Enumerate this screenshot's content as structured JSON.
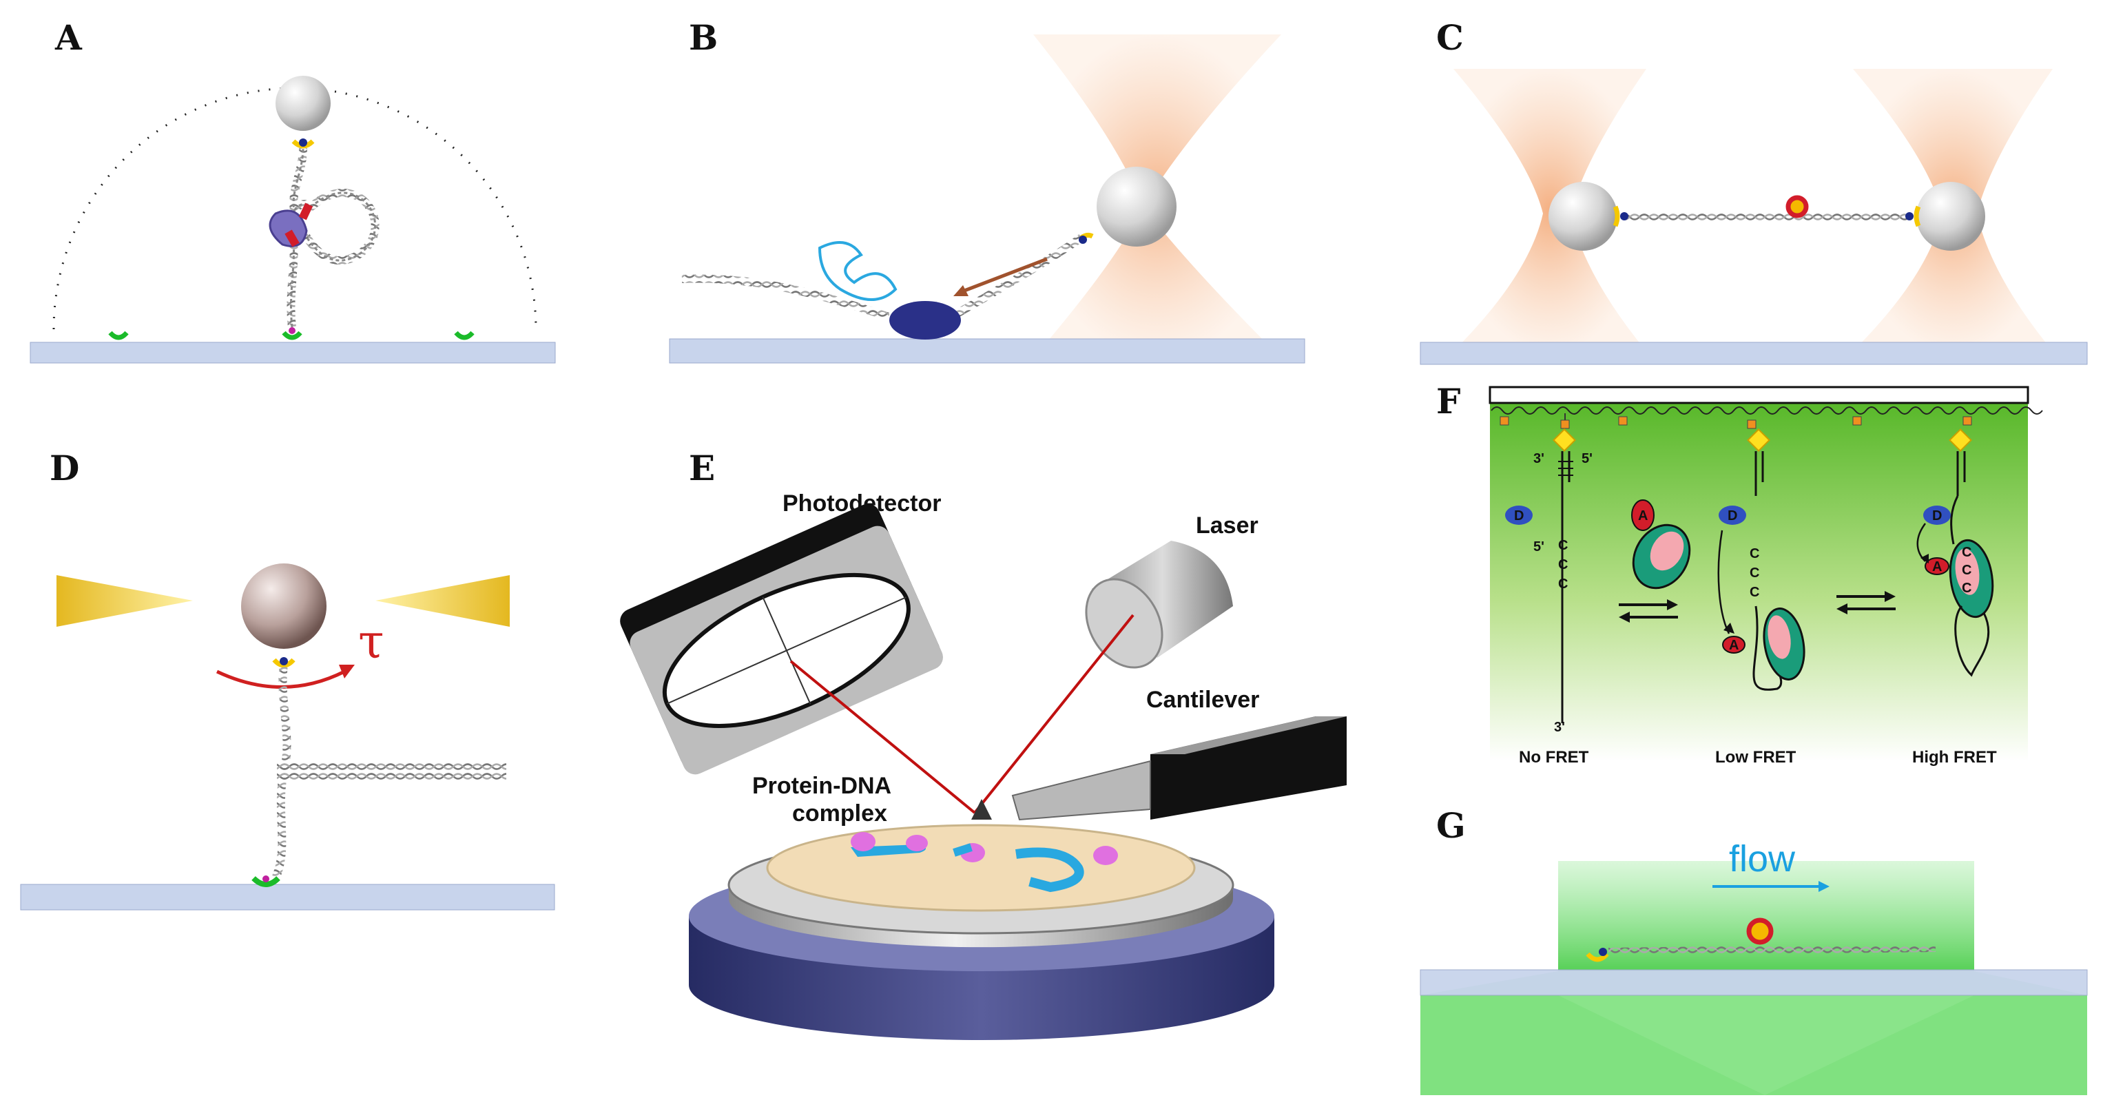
{
  "panels": {
    "a": {
      "letter": "A"
    },
    "b": {
      "letter": "B"
    },
    "c": {
      "letter": "C"
    },
    "d": {
      "letter": "D",
      "torque_symbol": "τ"
    },
    "e": {
      "letter": "E",
      "photodetector": "Photodetector",
      "laser": "Laser",
      "cantilever": "Cantilever",
      "complex_line1": "Protein-DNA",
      "complex_line2": "complex"
    },
    "f": {
      "letter": "F",
      "no_fret": "No FRET",
      "low_fret": "Low FRET",
      "high_fret": "High FRET",
      "three_prime": "3'",
      "five_prime": "5'",
      "donor": "D",
      "acceptor": "A",
      "c": "C"
    },
    "g": {
      "letter": "G",
      "flow": "flow"
    }
  },
  "colors": {
    "surface": "#c8d4ec",
    "bead": "#d6d6d6",
    "laser_orange": "#f3a877",
    "trap_gold": "#e8c020",
    "fret_green": "#4caf20",
    "red_laser": "#c01010",
    "flow_blue": "#1aa0e0"
  }
}
